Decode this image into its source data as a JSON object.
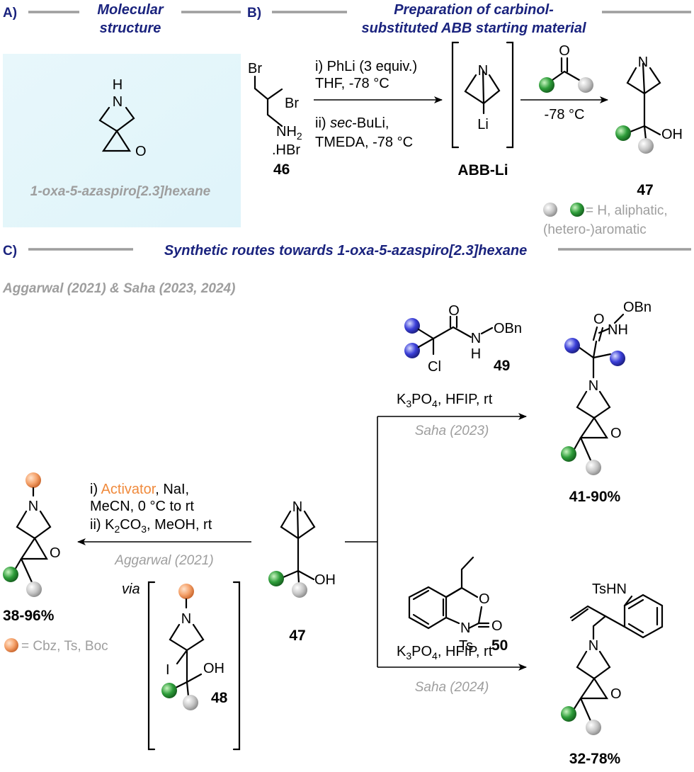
{
  "colors": {
    "header_text": "#1a237e",
    "grey_text": "#9e9e9e",
    "activator": "#f08a3c",
    "panel_bg": "#e4f6fb",
    "sphere_green": "#2e9d3a",
    "sphere_grey": "#bdbdbd",
    "sphere_blue": "#3b3fd8",
    "sphere_orange": "#f5a26b"
  },
  "panelA": {
    "letter": "A)",
    "title1": "Molecular",
    "title2": "structure",
    "name": "1-oxa-5-azaspiro[2.3]hexane",
    "atom_N": "N",
    "atom_H": "H",
    "atom_O": "O"
  },
  "panelB": {
    "letter": "B)",
    "title1": "Preparation of carbinol-",
    "title2": "substituted ABB starting material",
    "sm_br1": "Br",
    "sm_br2": "Br",
    "sm_nh2": "NH",
    "sm_nh2_sub": "2",
    "sm_hbr": ".HBr",
    "sm_label": "46",
    "step1_line1": "i) PhLi (3 equiv.)",
    "step1_line2": "THF, -78 °C",
    "step1_line3_prefix": "ii) ",
    "step1_line3_italic": "sec",
    "step1_line3_suffix": "-BuLi,",
    "step1_line4": "TMEDA, -78 °C",
    "intermediate_N": "N",
    "intermediate_Li": "Li",
    "intermediate_label": "ABB-Li",
    "reagent_O": "O",
    "step2_cond": "-78 °C",
    "product_N": "N",
    "product_OH": "OH",
    "product_label": "47",
    "legend_line1": "= H, aliphatic,",
    "legend_line2": "(hetero-)aromatic"
  },
  "panelC": {
    "letter": "C)",
    "title": "Synthetic routes towards 1-oxa-5-azaspiro[2.3]hexane",
    "authors": "Aggarwal (2021) & Saha (2023, 2024)",
    "center_N": "N",
    "center_OH": "OH",
    "center_label": "47",
    "left_cond1_prefix": "i) ",
    "left_cond1_activator": "Activator",
    "left_cond1_suffix": ", NaI,",
    "left_cond2": "MeCN, 0 °C to rt",
    "left_cond3_prefix": "ii) K",
    "left_cond3_sub1": "2",
    "left_cond3_mid": "CO",
    "left_cond3_sub2": "3",
    "left_cond3_suffix": ", MeOH, rt",
    "left_ref": "Aggarwal (2021)",
    "left_product_N": "N",
    "left_product_O": "O",
    "left_yield": "38-96%",
    "left_legend": "= Cbz, Ts, Boc",
    "via": "via",
    "int48_N": "N",
    "int48_I": "I",
    "int48_OH": "OH",
    "int48_label": "48",
    "r49_O": "O",
    "r49_NH_N": "N",
    "r49_NH_H": "H",
    "r49_OBn": "OBn",
    "r49_Cl": "Cl",
    "r49_label": "49",
    "top_cond_prefix": "K",
    "top_cond_sub1": "3",
    "top_cond_mid": "PO",
    "top_cond_sub2": "4",
    "top_cond_suffix": ", HFIP, rt",
    "top_ref": "Saha (2023)",
    "top_product_OBn": "OBn",
    "top_product_O": "O",
    "top_product_NH": "NH",
    "top_product_N": "N",
    "top_product_Oring": "O",
    "top_yield": "41-90%",
    "r50_O1": "O",
    "r50_O2": "O",
    "r50_N": "N",
    "r50_Ts": "Ts",
    "r50_label": "50",
    "bot_cond_prefix": "K",
    "bot_cond_sub1": "3",
    "bot_cond_mid": "PO",
    "bot_cond_sub2": "4",
    "bot_cond_suffix": ", HFIP, rt",
    "bot_ref": "Saha (2024)",
    "bot_product_TsHN": "TsHN",
    "bot_product_N": "N",
    "bot_product_O": "O",
    "bot_yield": "32-78%"
  }
}
